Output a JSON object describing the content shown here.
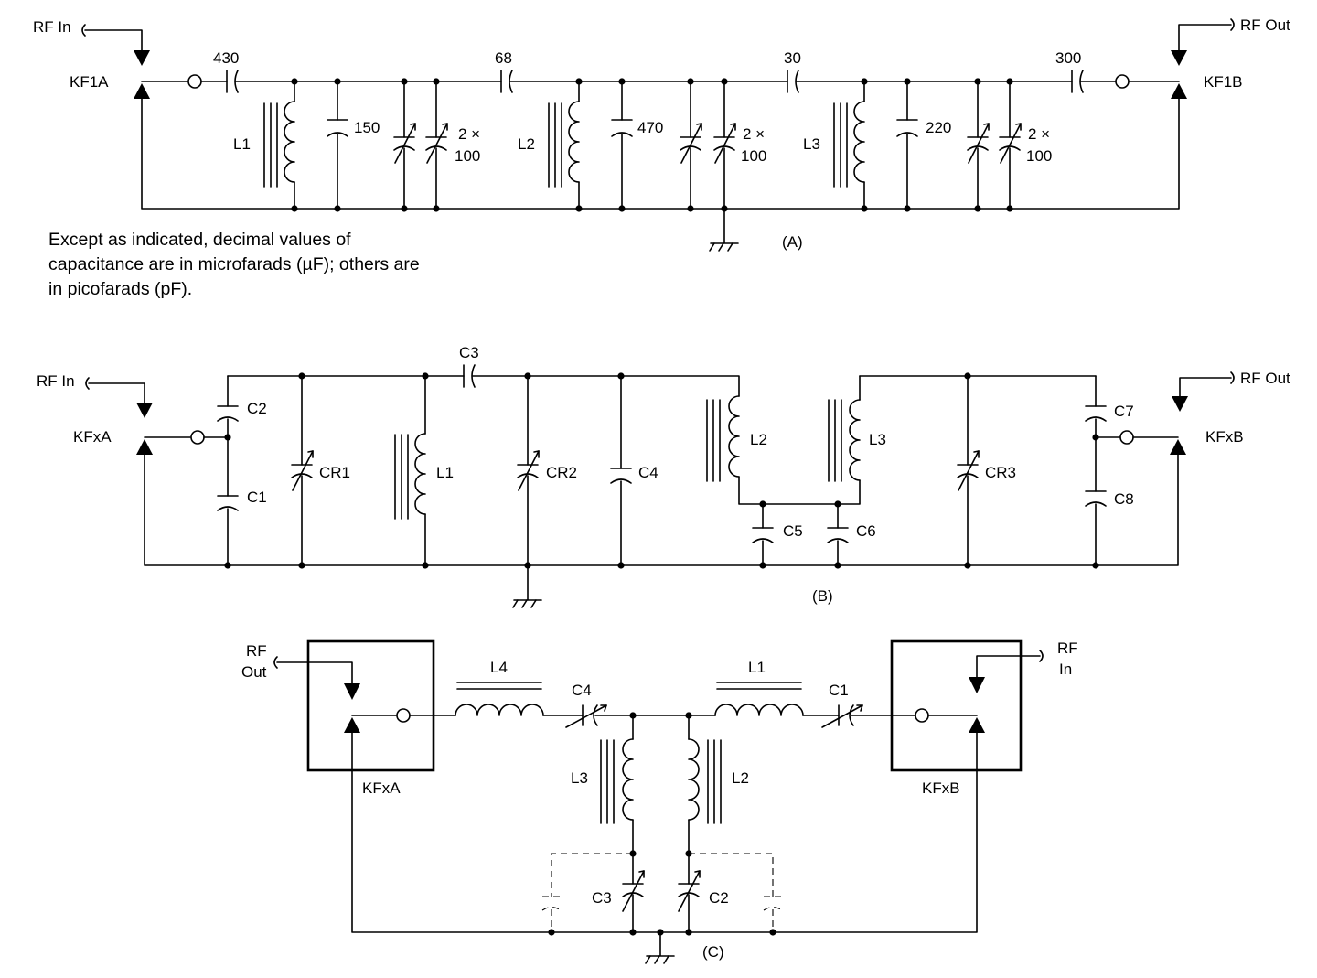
{
  "note": {
    "line1": "Except as indicated, decimal values of",
    "line2": "capacitance are in microfarads (µF); others are",
    "line3": "in picofarads (pF)."
  },
  "a": {
    "rf_in": "RF In",
    "rf_out": "RF Out",
    "relay_in": "KF1A",
    "relay_out": "KF1B",
    "c_series1": "430",
    "c_series2": "68",
    "c_series3": "30",
    "c_series4": "300",
    "l1": "L1",
    "l2": "L2",
    "l3": "L3",
    "c_shunt1": "150",
    "c_shunt2": "470",
    "c_shunt3": "220",
    "var_top": "2 ×",
    "var_bot": "100",
    "caption": "(A)"
  },
  "b": {
    "rf_in": "RF In",
    "rf_out": "RF Out",
    "relay_in": "KFxA",
    "relay_out": "KFxB",
    "c1": "C1",
    "c2": "C2",
    "c3": "C3",
    "c4": "C4",
    "c5": "C5",
    "c6": "C6",
    "c7": "C7",
    "c8": "C8",
    "cr1": "CR1",
    "cr2": "CR2",
    "cr3": "CR3",
    "l1": "L1",
    "l2": "L2",
    "l3": "L3",
    "caption": "(B)"
  },
  "c": {
    "rf_out_1": "RF",
    "rf_out_2": "Out",
    "rf_in_1": "RF",
    "rf_in_2": "In",
    "relay_left": "KFxA",
    "relay_right": "KFxB",
    "l1": "L1",
    "l2": "L2",
    "l3": "L3",
    "l4": "L4",
    "c1": "C1",
    "c2": "C2",
    "c3": "C3",
    "c4": "C4",
    "caption": "(C)"
  }
}
